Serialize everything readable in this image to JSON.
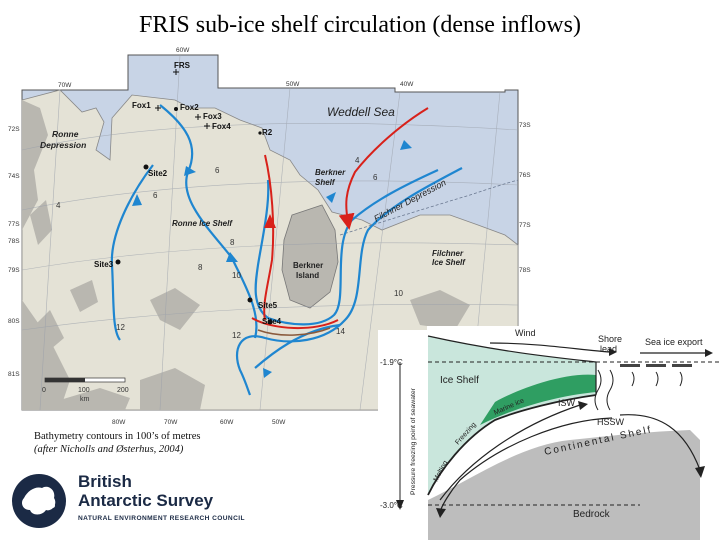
{
  "title": "FRIS sub-ice shelf circulation (dense inflows)",
  "caption": {
    "line1": "Bathymetry contours in 100’s of metres",
    "line2": "(after Nicholls and Østerhus, 2004)"
  },
  "logo": {
    "name_line1": "British",
    "name_line2": "Antarctic Survey",
    "council": "NATURAL ENVIRONMENT RESEARCH COUNCIL"
  },
  "map": {
    "sea_label": "Weddell Sea",
    "ice_shelves": [
      "Ronne Ice Shelf",
      "Filchner Ice Shelf"
    ],
    "island_line1": "Berkner",
    "island_line2": "Island",
    "shelf_line1": "Berkner",
    "shelf_line2": "Shelf",
    "ronne_depression_line1": "Ronne",
    "ronne_depression_line2": "Depression",
    "filchner_depression": "Filchner Depression",
    "stations": [
      "FRS",
      "Fox1",
      "Fox2",
      "Fox3",
      "Fox4",
      "R2",
      "Site2",
      "Site3",
      "Site5",
      "Site4"
    ],
    "lon_top": [
      "60W",
      "70W",
      "50W",
      "40W"
    ],
    "lon_bottom": [
      "80W",
      "70W",
      "60W",
      "50W"
    ],
    "lat_left": [
      "72S",
      "74S",
      "77S",
      "78S",
      "79S",
      "80S",
      "81S"
    ],
    "lat_right": [
      "73S",
      "76S",
      "77S",
      "78S"
    ],
    "contours": [
      "4",
      "6",
      "8",
      "10",
      "12",
      "14"
    ],
    "scale": {
      "ticks": [
        "0",
        "100",
        "200"
      ],
      "unit": "km"
    }
  },
  "schematic": {
    "wind": "Wind",
    "shore_lead_line1": "Shore",
    "shore_lead_line2": "lead",
    "sea_ice_export": "Sea ice export",
    "ice_shelf": "Ice Shelf",
    "marine_ice": "Marine ice",
    "isw": "ISW",
    "hssw": "HSSW",
    "continental_shelf": "Continental Shelf",
    "freezing": "Freezing",
    "melting": "Melting",
    "bedrock": "Bedrock",
    "temp_top": "-1.9°C",
    "temp_bottom": "-3.0°C",
    "axis_label": "Pressure freezing point of seawater"
  },
  "colors": {
    "ocean": "#c8d4e6",
    "ice": "#e4e2d6",
    "land": "#b9b7b0",
    "red_flow": "#d8211a",
    "blue_flow": "#1f86d0",
    "marine_ice": "#2f9e62",
    "brand": "#1b2a45"
  }
}
